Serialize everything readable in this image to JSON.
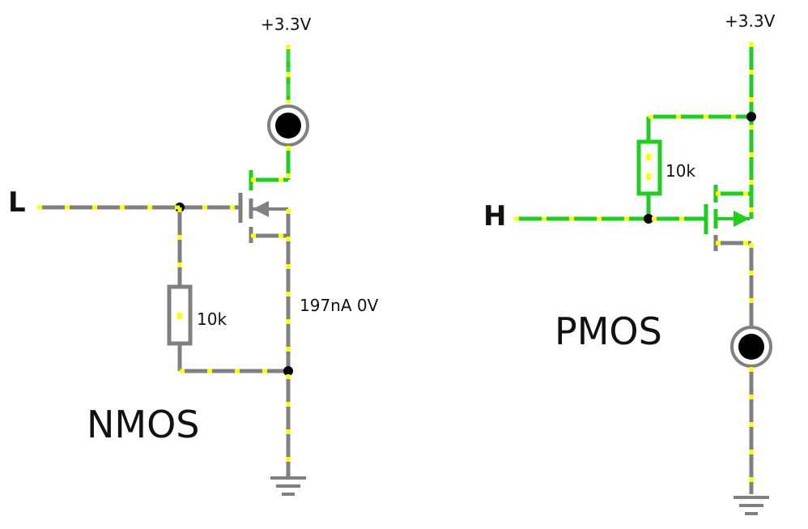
{
  "nmos": {
    "supply_label": "+3.3V",
    "input_label": "L",
    "resistor_label": "10k",
    "probe_label": "197nA 0V",
    "title": "NMOS"
  },
  "pmos": {
    "supply_label": "+3.3V",
    "input_label": "H",
    "resistor_label": "10k",
    "title": "PMOS"
  },
  "colors": {
    "wire_low": "#808080",
    "wire_high": "#22cc22",
    "current_dots": "#ffff00",
    "junction": "#000000"
  }
}
